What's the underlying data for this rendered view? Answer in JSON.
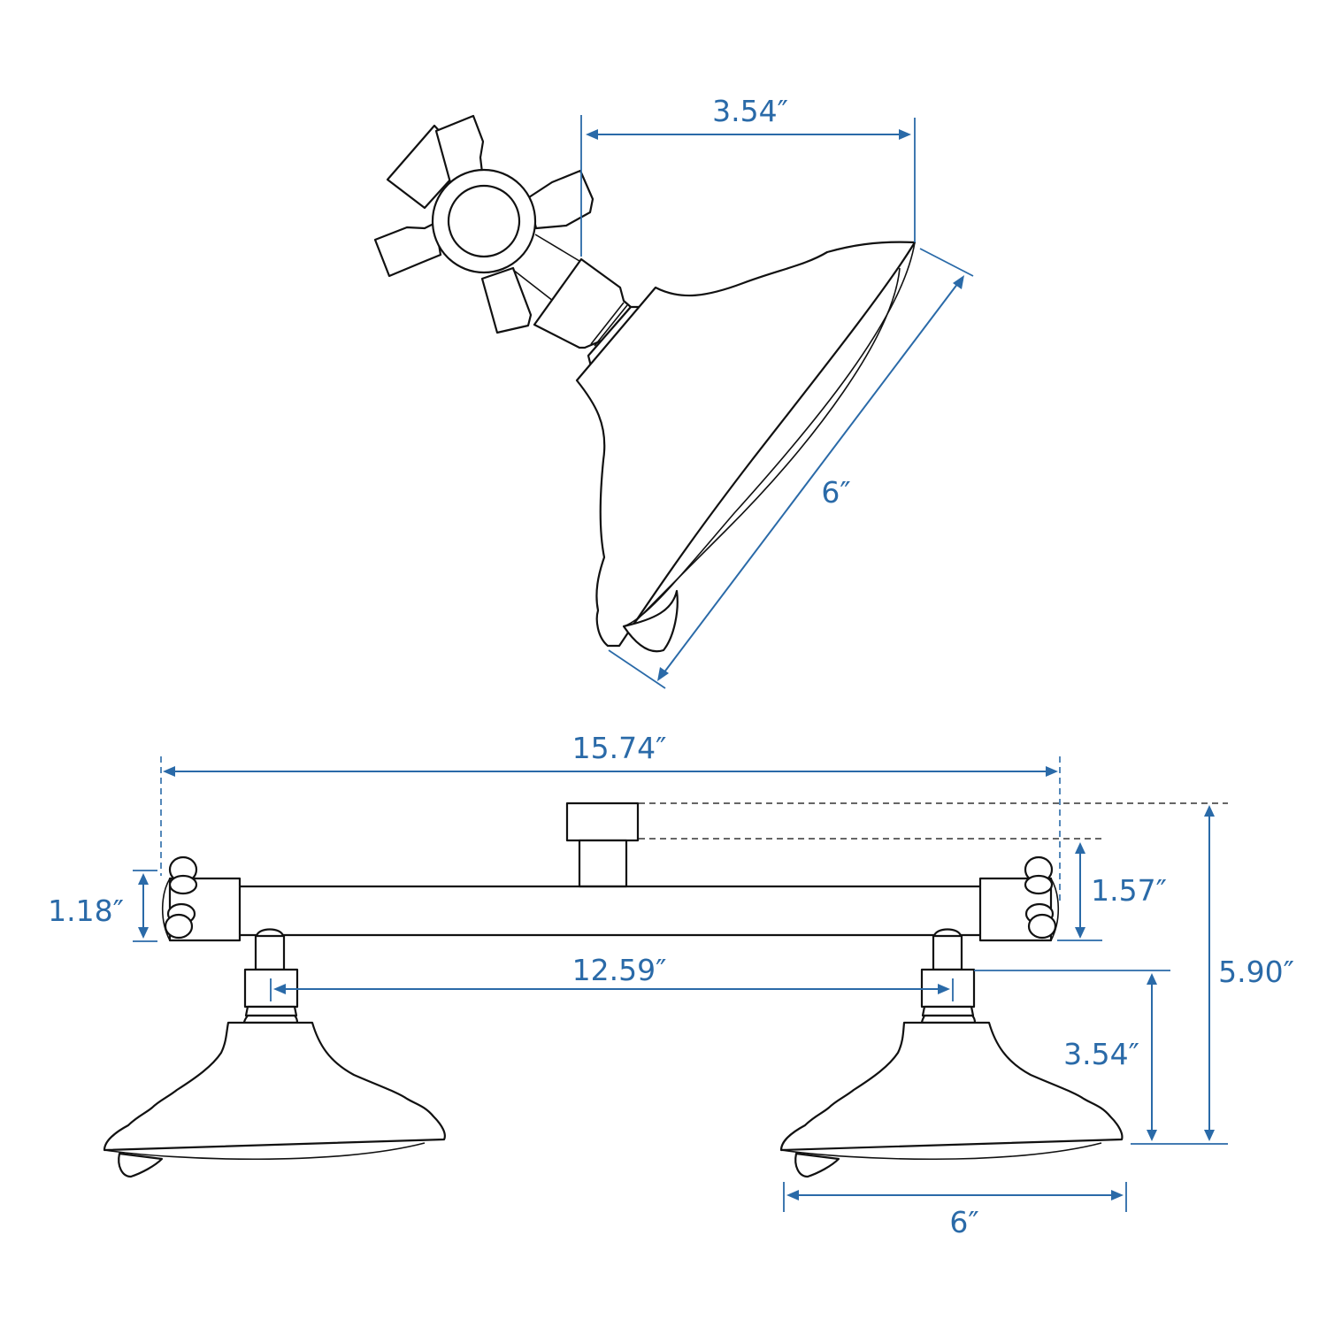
{
  "diagram": {
    "subject": "Dual shower head with cross-handle diverter arm",
    "accent_color": "#2a6aa8",
    "line_color": "#111111",
    "background": "#ffffff",
    "views": {
      "side_view": {
        "dimensions": {
          "arm_drop": "3.54″",
          "head_diameter": "6″"
        }
      },
      "front_view": {
        "dimensions": {
          "overall_width": "15.74″",
          "connector_height": "1.57″",
          "bar_height": "1.18″",
          "head_spacing": "12.59″",
          "head_height": "3.54″",
          "overall_height": "5.90″",
          "head_diameter": "6″"
        }
      }
    }
  }
}
